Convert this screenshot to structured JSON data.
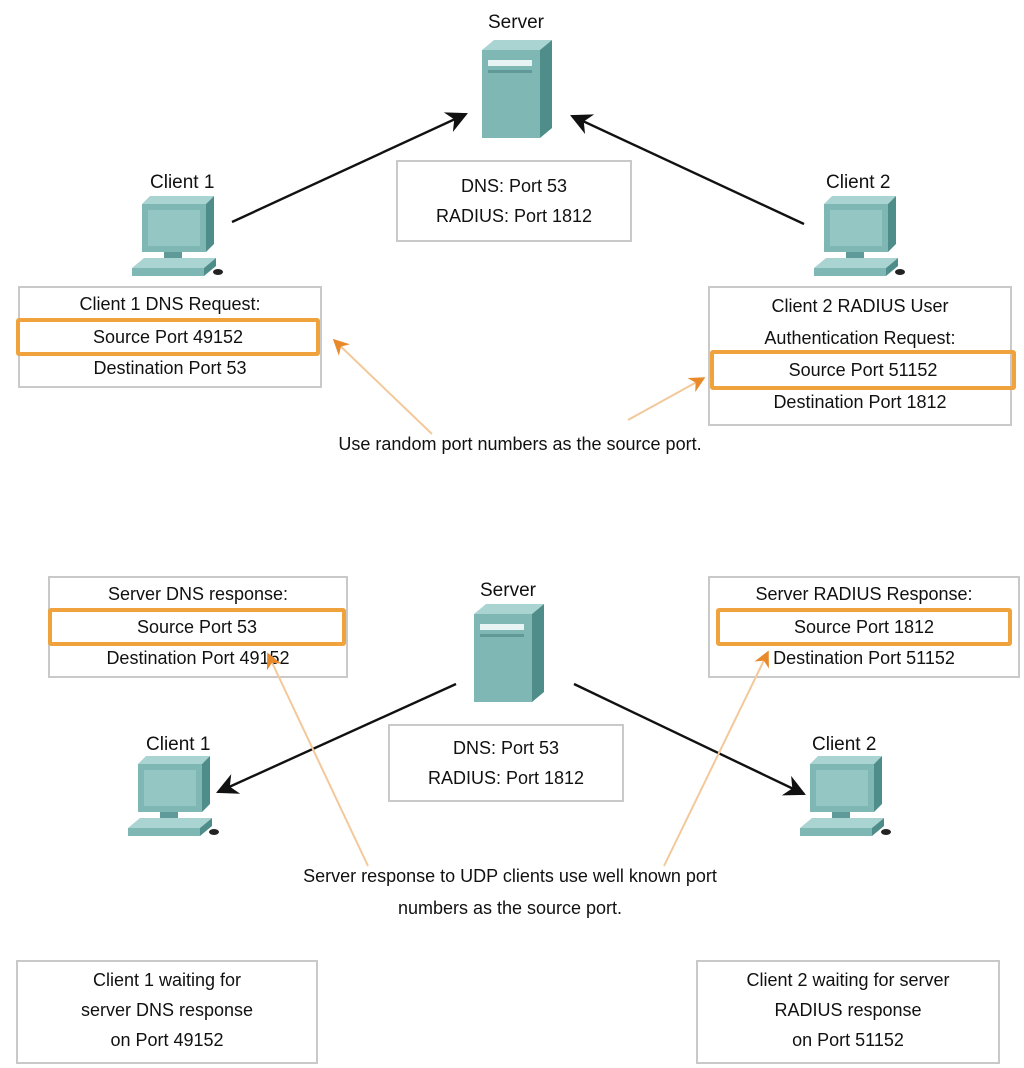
{
  "top": {
    "server_label": "Server",
    "client1_label": "Client 1",
    "client2_label": "Client 2",
    "server_ports": {
      "line1": "DNS: Port 53",
      "line2": "RADIUS: Port 1812"
    },
    "client1_request": {
      "title": "Client 1 DNS Request:",
      "source": "Source Port 49152",
      "destination": "Destination Port 53"
    },
    "client2_request": {
      "title1": "Client 2 RADIUS User",
      "title2": "Authentication Request:",
      "source": "Source Port  51152",
      "destination": "Destination Port 1812"
    },
    "note": "Use random port numbers as the source port."
  },
  "bottom": {
    "server_label": "Server",
    "client1_label": "Client 1",
    "client2_label": "Client 2",
    "server_ports": {
      "line1": "DNS: Port 53",
      "line2": "RADIUS: Port 1812"
    },
    "dns_response": {
      "title": "Server DNS response:",
      "source": "Source Port 53",
      "destination": "Destination Port 49152"
    },
    "radius_response": {
      "title": "Server RADIUS Response:",
      "source": "Source Port 1812",
      "destination": "Destination Port 51152"
    },
    "note_line1": "Server response to UDP clients use well known port",
    "note_line2": "numbers as the source port.",
    "client1_waiting": {
      "line1": "Client 1 waiting for",
      "line2": "server DNS response",
      "line3": "on Port 49152"
    },
    "client2_waiting": {
      "line1": "Client 2 waiting for server",
      "line2": "RADIUS response",
      "line3": "on Port 51152"
    }
  },
  "icons": {
    "server": "server-tower-icon",
    "client": "desktop-computer-icon"
  },
  "colors": {
    "highlight": "#f0a23c",
    "pointer_arrow": "#f0a23c",
    "device": "#7fb7b5",
    "device_dark": "#4f8d8b",
    "box_border": "#c9c9c9"
  }
}
